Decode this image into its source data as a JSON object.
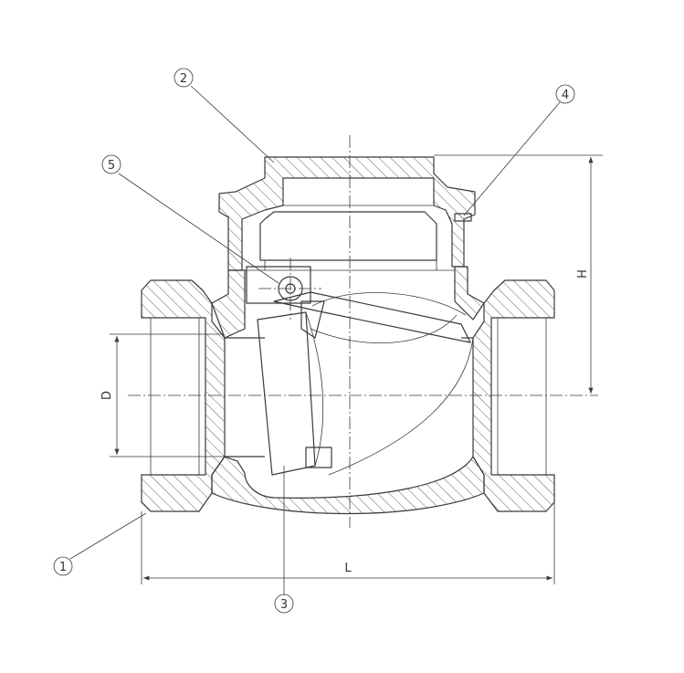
{
  "callouts": [
    {
      "id": "1",
      "label": "1"
    },
    {
      "id": "2",
      "label": "2"
    },
    {
      "id": "3",
      "label": "3"
    },
    {
      "id": "4",
      "label": "4"
    },
    {
      "id": "5",
      "label": "5"
    }
  ],
  "dimensions": {
    "length": "L",
    "height": "H",
    "diameter": "D"
  },
  "colors": {
    "line": "#3a3a3a",
    "background": "#ffffff"
  }
}
